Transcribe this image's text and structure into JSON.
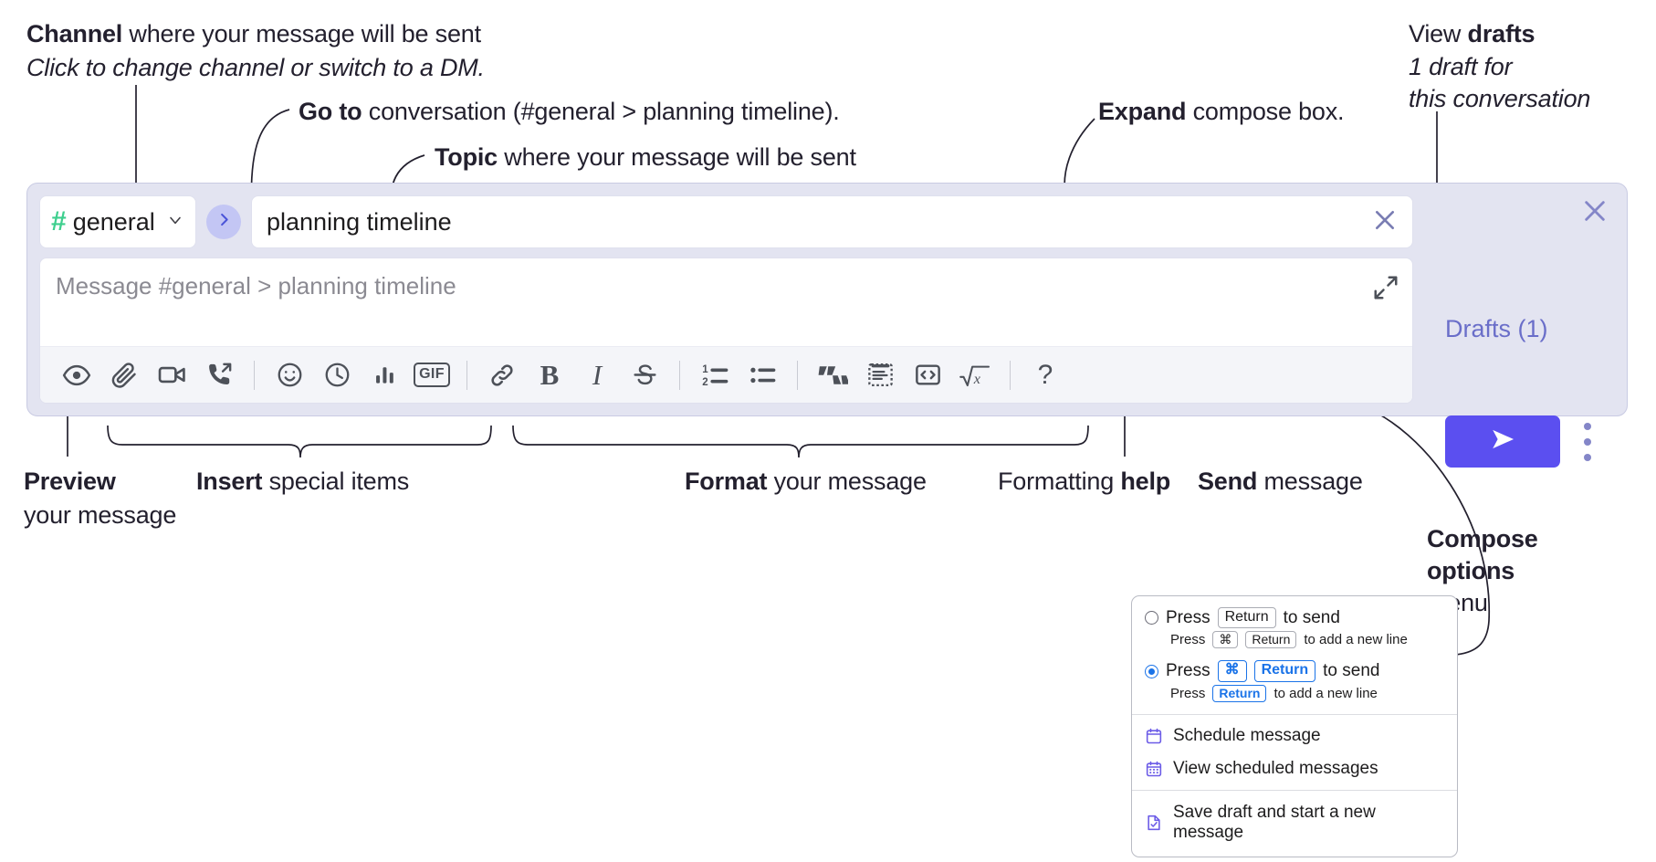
{
  "annotations": {
    "channel": {
      "bold": "Channel",
      "rest": " where your message will be sent",
      "italic": "Click to change channel or switch to a DM."
    },
    "goto": {
      "bold": "Go to",
      "rest": " conversation (#general > planning timeline)."
    },
    "topic": {
      "bold": "Topic",
      "rest": " where your message will be sent"
    },
    "expand": {
      "bold": "Expand",
      "rest": " compose box."
    },
    "drafts": {
      "bold_prefix": "View ",
      "bold": "drafts",
      "italic1": "1 draft for",
      "italic2": "this conversation"
    },
    "preview": {
      "bold": "Preview",
      "rest": "your message"
    },
    "insert": {
      "bold": "Insert",
      "rest": " special items"
    },
    "format": {
      "bold": "Format",
      "rest": " your message"
    },
    "help": {
      "pre": "Formatting ",
      "bold": "help"
    },
    "send": {
      "bold": "Send",
      "rest": " message"
    },
    "compose_options": {
      "bold1": "Compose",
      "bold2": "options",
      "rest": "menu"
    }
  },
  "compose": {
    "channel_name": "general",
    "hash_symbol": "#",
    "topic_value": "planning timeline",
    "message_placeholder": "Message #general > planning timeline",
    "drafts_label": "Drafts (1)",
    "accent_color": "#5b4ff0",
    "panel_color": "#e3e4f1",
    "hash_color": "#3ecf8e",
    "drafts_color": "#6a6ec9",
    "toolbar": [
      {
        "name": "preview-icon",
        "label": "Preview"
      },
      {
        "name": "attachment-icon",
        "label": "Attach file"
      },
      {
        "name": "video-icon",
        "label": "Video clip"
      },
      {
        "name": "audio-call-icon",
        "label": "Audio clip"
      },
      {
        "name": "separator",
        "label": ""
      },
      {
        "name": "emoji-icon",
        "label": "Emoji"
      },
      {
        "name": "clock-icon",
        "label": "Reminder"
      },
      {
        "name": "poll-icon",
        "label": "Poll"
      },
      {
        "name": "gif-icon",
        "label": "GIF"
      },
      {
        "name": "separator",
        "label": ""
      },
      {
        "name": "link-icon",
        "label": "Link"
      },
      {
        "name": "bold-icon",
        "label": "B"
      },
      {
        "name": "italic-icon",
        "label": "I"
      },
      {
        "name": "strikethrough-icon",
        "label": "S"
      },
      {
        "name": "separator",
        "label": ""
      },
      {
        "name": "ordered-list-icon",
        "label": "Ordered list"
      },
      {
        "name": "bullet-list-icon",
        "label": "Bulleted list"
      },
      {
        "name": "separator",
        "label": ""
      },
      {
        "name": "blockquote-icon",
        "label": "Blockquote"
      },
      {
        "name": "code-block-icon",
        "label": "Code block"
      },
      {
        "name": "code-icon",
        "label": "Code"
      },
      {
        "name": "math-icon",
        "label": "Math"
      },
      {
        "name": "separator",
        "label": ""
      },
      {
        "name": "help-icon",
        "label": "?"
      }
    ]
  },
  "options_menu": {
    "send_options": [
      {
        "selected": false,
        "primary_pre": "Press",
        "primary_keys": [
          "Return"
        ],
        "primary_post": "to send",
        "sub_pre": "Press",
        "sub_keys": [
          "⌘",
          "Return"
        ],
        "sub_post": "to add a new line"
      },
      {
        "selected": true,
        "primary_pre": "Press",
        "primary_keys": [
          "⌘",
          "Return"
        ],
        "primary_post": "to send",
        "sub_pre": "Press",
        "sub_keys": [
          "Return"
        ],
        "sub_post": "to add a new line"
      }
    ],
    "items": [
      {
        "icon": "calendar-schedule-icon",
        "label": "Schedule message"
      },
      {
        "icon": "calendar-list-icon",
        "label": "View scheduled messages"
      },
      {
        "icon": "save-draft-icon",
        "label": "Save draft and start a new message"
      }
    ]
  }
}
